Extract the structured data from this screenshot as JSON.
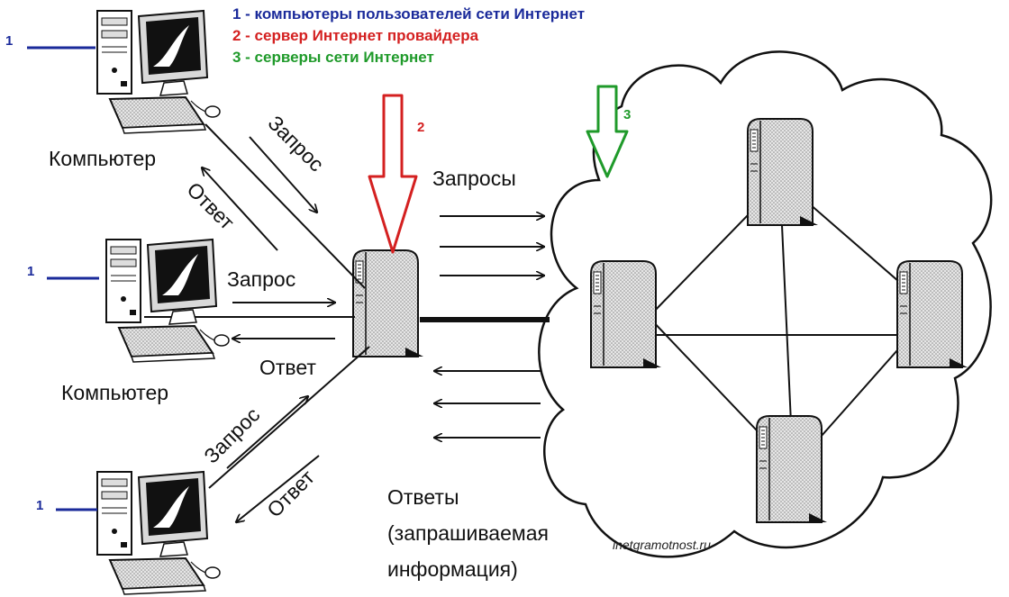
{
  "legend": {
    "item1": "1 - компьютеры пользователей сети Интернет",
    "item2": "2 - сервер Интернет провайдера",
    "item3": "3 - серверы сети Интернет"
  },
  "colors": {
    "user_computers": "#1a2a9a",
    "provider_server": "#d42020",
    "internet_servers": "#1f9a2a"
  },
  "markers": {
    "user_computer": "1",
    "provider_server": "2",
    "internet_servers": "3"
  },
  "labels": {
    "computer_top": "Компьютер",
    "computer_middle": "Компьютер",
    "request_top": "Запрос",
    "response_top": "Ответ",
    "request_middle": "Запрос",
    "response_middle": "Ответ",
    "request_bottom": "Запрос",
    "response_bottom": "Ответ",
    "requests": "Запросы",
    "responses_line1": "Ответы",
    "responses_line2": "(запрашиваемая",
    "responses_line3": "информация)"
  },
  "watermark": "inetgramotnost.ru"
}
